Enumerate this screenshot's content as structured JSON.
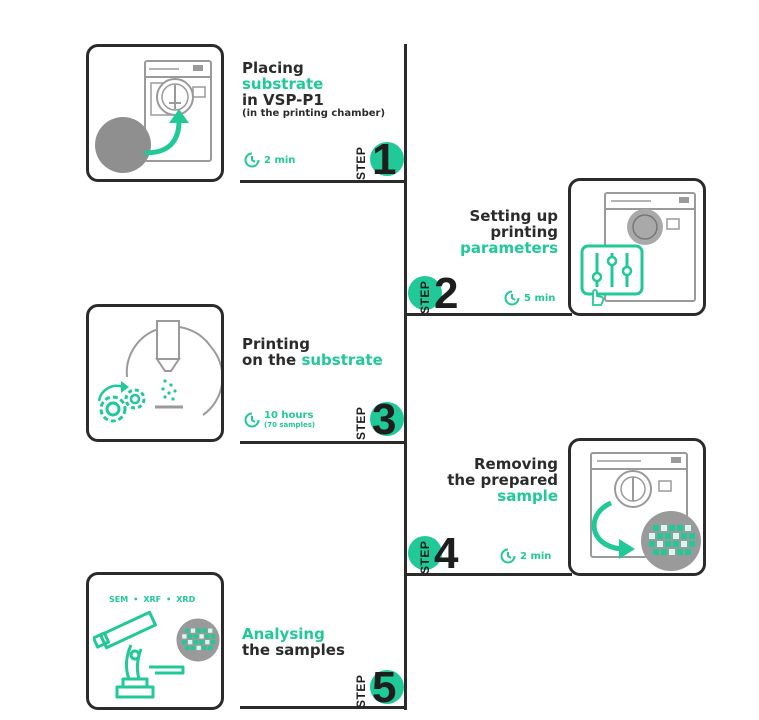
{
  "colors": {
    "accent": "#20c997",
    "dark": "#2b2b2b",
    "gray": "#9a9a9a"
  },
  "steps": [
    {
      "step_word": "STEP",
      "number": "1",
      "title_lines": [
        "Placing"
      ],
      "accent": "substrate",
      "after": "in VSP-P1",
      "note": "(in the printing chamber)",
      "time": "2 min",
      "icons": [
        "machine-icon",
        "substrate-disc-icon",
        "curved-arrow-icon",
        "clock-icon"
      ]
    },
    {
      "step_word": "STEP",
      "number": "2",
      "line1": "Setting up",
      "line2": "printing",
      "accent": "parameters",
      "time": "5 min",
      "icons": [
        "machine-icon",
        "sliders-icon",
        "hand-pointer-icon",
        "clock-icon"
      ]
    },
    {
      "step_word": "STEP",
      "number": "3",
      "line1": "Printing",
      "line2_prefix": "on the ",
      "accent": "substrate",
      "time": "10 hours",
      "time_sub": "(70 samples)",
      "icons": [
        "nozzle-icon",
        "gears-icon",
        "clock-icon"
      ]
    },
    {
      "step_word": "STEP",
      "number": "4",
      "line1": "Removing",
      "line2": "the prepared",
      "accent": "sample",
      "time": "2 min",
      "icons": [
        "machine-icon",
        "curved-arrow-icon",
        "sample-grid-icon",
        "clock-icon"
      ]
    },
    {
      "step_word": "STEP",
      "number": "5",
      "accent": "Analysing",
      "line2": "the samples",
      "methods": [
        "SEM",
        "•",
        "XRF",
        "•",
        "XRD"
      ],
      "icons": [
        "microscope-icon",
        "sample-grid-icon"
      ]
    }
  ]
}
